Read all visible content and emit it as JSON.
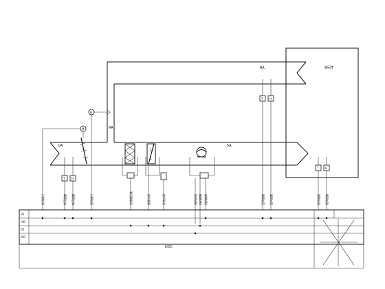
{
  "room": {
    "label": "房间T"
  },
  "ducts": {
    "return_air": "RA",
    "return_air_branch": "RA",
    "outdoor_air": "OA",
    "supply_air": "SA"
  },
  "symbols": {
    "sensor_temp": "T",
    "sensor_humidity": "H",
    "damper_motor": "M",
    "humidity_sensor_small": "H",
    "coil_cool": "C"
  },
  "cabinet_rows": [
    "AI",
    "AO",
    "DI",
    "DO"
  ],
  "controller_label": "DDC",
  "point_labels": [
    "新风阀门",
    "新风温度",
    "新风湿度",
    "回风阀门",
    "过滤器压差",
    "盘管水阀",
    "冷热水阀",
    "风机状态",
    "风机控制",
    "风机故障",
    "回风温度",
    "回风湿度",
    "送风温度",
    "送风湿度"
  ]
}
